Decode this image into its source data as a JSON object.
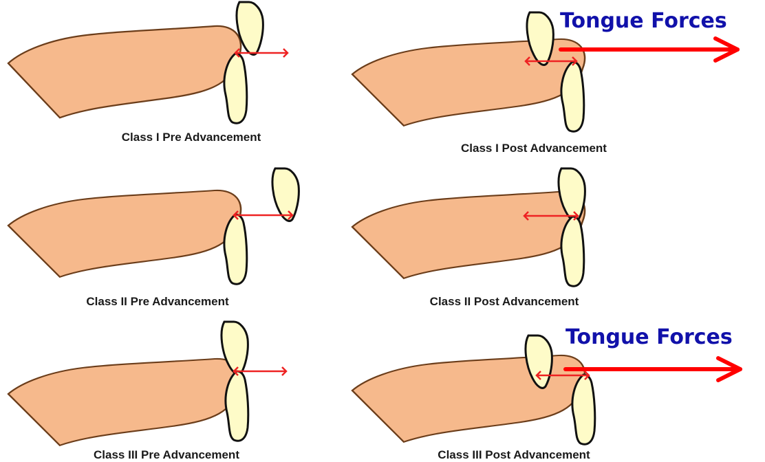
{
  "colors": {
    "tongue_fill": "#f6b98c",
    "tongue_stroke": "#6b3d1a",
    "tooth_fill": "#fefbc8",
    "tooth_stroke": "#111111",
    "arrow": "#ee2222",
    "force_arrow": "#ff0000",
    "force_text": "#1111aa"
  },
  "panels": [
    {
      "id": "class-1-pre",
      "caption": "Class I Pre Advancement"
    },
    {
      "id": "class-1-post",
      "caption": "Class I Post Advancement",
      "force_label": "Tongue Forces"
    },
    {
      "id": "class-2-pre",
      "caption": "Class II Pre Advancement"
    },
    {
      "id": "class-2-post",
      "caption": "Class II Post Advancement"
    },
    {
      "id": "class-3-pre",
      "caption": "Class III Pre Advancement"
    },
    {
      "id": "class-3-post",
      "caption": "Class III Post Advancement",
      "force_label": "Tongue Forces"
    }
  ]
}
